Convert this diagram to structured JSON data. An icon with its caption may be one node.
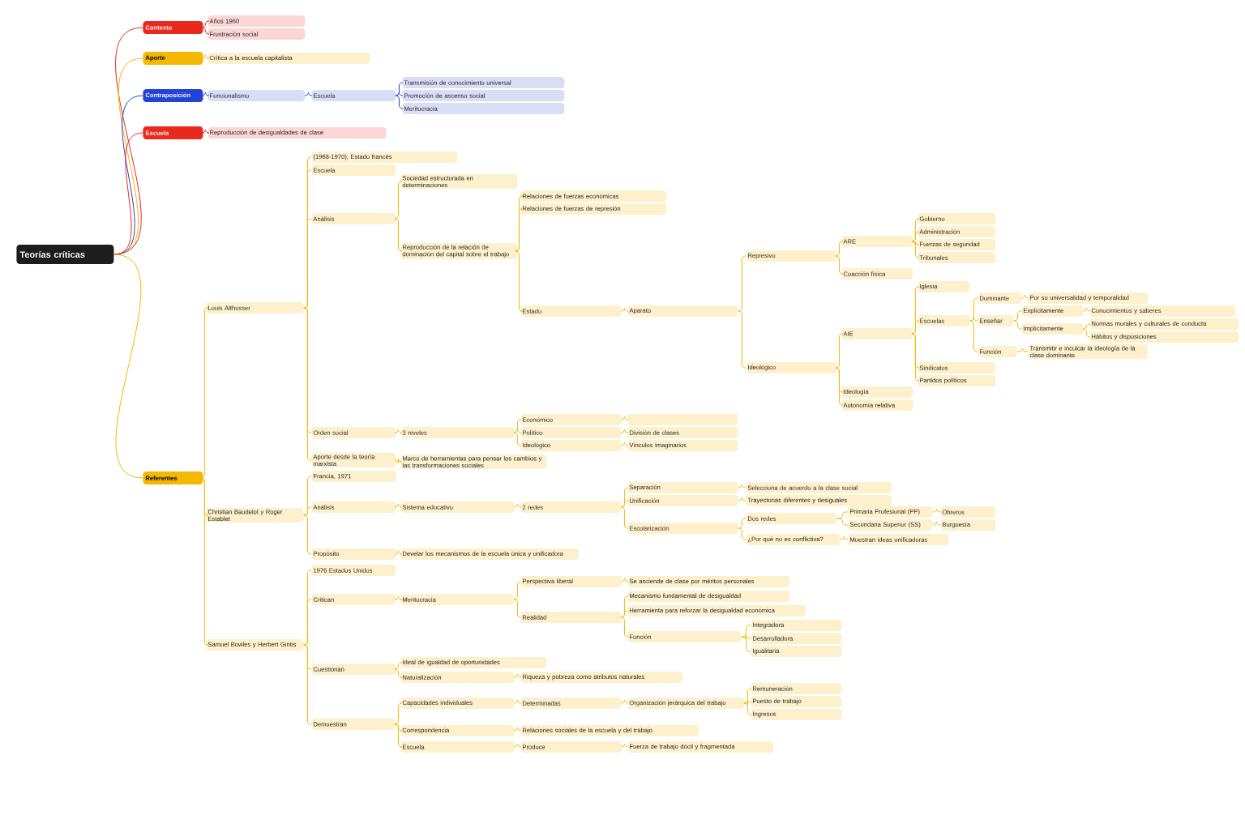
{
  "diagram": {
    "nodes": [
      {
        "text": [
          "Teorías críticas"
        ]
      },
      {
        "text": [
          "Contexto"
        ]
      },
      {
        "text": [
          "Años 1960"
        ]
      },
      {
        "text": [
          "Frustración social"
        ]
      },
      {
        "text": [
          "Aporte"
        ]
      },
      {
        "text": [
          "Crítica a la escuela capitalista"
        ]
      },
      {
        "text": [
          "Contraposición"
        ]
      },
      {
        "text": [
          "Funcionalismo"
        ]
      },
      {
        "text": [
          "Escuela"
        ]
      },
      {
        "text": [
          "Transmisión de conocimiento universal"
        ]
      },
      {
        "text": [
          "Promoción de ascenso social"
        ]
      },
      {
        "text": [
          "Meritocracia"
        ]
      },
      {
        "text": [
          "Escuela"
        ]
      },
      {
        "text": [
          "Reproducción de desigualdades de clase"
        ]
      },
      {
        "text": [
          "Referentes"
        ]
      },
      {
        "text": [
          "Louis Althusser"
        ]
      },
      {
        "text": [
          "(1968-1970), Estado francés"
        ]
      },
      {
        "text": [
          "Escuela"
        ]
      },
      {
        "text": [
          "Análisis"
        ]
      },
      {
        "text": [
          "Sociedad estructurada en determinaciones"
        ]
      },
      {
        "text": [
          "Reproducción de la relación de dominación del capital sobre el trabajo"
        ]
      },
      {
        "text": [
          "Relaciones de fuerzas económicas"
        ]
      },
      {
        "text": [
          "Relaciones de fuerzas de represión"
        ]
      },
      {
        "text": [
          "Estado"
        ]
      },
      {
        "text": [
          "Aparato"
        ]
      },
      {
        "text": [
          "Represivo"
        ]
      },
      {
        "text": [
          "ARE"
        ]
      },
      {
        "text": [
          "Gobierno"
        ]
      },
      {
        "text": [
          "Administración"
        ]
      },
      {
        "text": [
          "Fuerzas de seguridad"
        ]
      },
      {
        "text": [
          "Tribunales"
        ]
      },
      {
        "text": [
          "Coacción física"
        ]
      },
      {
        "text": [
          "Ideológico"
        ]
      },
      {
        "text": [
          "AIE"
        ]
      },
      {
        "text": [
          "Iglesia"
        ]
      },
      {
        "text": [
          "Escuelas"
        ]
      },
      {
        "text": [
          "Dominante"
        ]
      },
      {
        "text": [
          "Por su universalidad y temporalidad"
        ]
      },
      {
        "text": [
          "Enseñar"
        ]
      },
      {
        "text": [
          "Explícitamente"
        ]
      },
      {
        "text": [
          "Conocimientos y saberes"
        ]
      },
      {
        "text": [
          "Implícitamente"
        ]
      },
      {
        "text": [
          "Normas morales y culturales de conducta"
        ]
      },
      {
        "text": [
          "Hábitos y disposiciones"
        ]
      },
      {
        "text": [
          "Función"
        ]
      },
      {
        "text": [
          "Transmitir e inculcar la ideología de la clase dominante"
        ]
      },
      {
        "text": [
          "Sindicatos"
        ]
      },
      {
        "text": [
          "Partidos políticos"
        ]
      },
      {
        "text": [
          "Ideología"
        ]
      },
      {
        "text": [
          "Autonomía relativa"
        ]
      },
      {
        "text": [
          "Orden social"
        ]
      },
      {
        "text": [
          "3 niveles"
        ]
      },
      {
        "text": [
          "Económico"
        ]
      },
      {
        "text": [],
        "shape": "box"
      },
      {
        "text": [
          "Político"
        ]
      },
      {
        "text": [
          "División de clases"
        ]
      },
      {
        "text": [
          "Ideológico"
        ]
      },
      {
        "text": [
          "Vínculos imaginarios"
        ]
      },
      {
        "text": [
          "Aporte desde la teoría marxista"
        ]
      },
      {
        "text": [
          "Marco de herramientas para pensar los cambios y las transformaciones sociales"
        ]
      },
      {
        "text": [
          "Christian Baudelot y Roger Establet"
        ]
      },
      {
        "text": [
          "Francia, 1971"
        ]
      },
      {
        "text": [
          "Análisis"
        ]
      },
      {
        "text": [
          "Sistema educativo"
        ]
      },
      {
        "text": [
          "2 redes"
        ]
      },
      {
        "text": [
          "Separación"
        ]
      },
      {
        "text": [
          "Selecciona de acuerdo a la clase social"
        ]
      },
      {
        "text": [
          "Unificación"
        ]
      },
      {
        "text": [
          "Trayectorias diferentes y desiguales"
        ]
      },
      {
        "text": [
          "Escolarización"
        ]
      },
      {
        "text": [
          "Dos redes"
        ]
      },
      {
        "text": [
          "Primaria Profesional (PP)"
        ]
      },
      {
        "text": [
          "Obreros"
        ]
      },
      {
        "text": [
          "Secundaria Superior (SS)"
        ]
      },
      {
        "text": [
          "Burguesía"
        ]
      },
      {
        "text": [
          "¿Por qué no es conflictiva?"
        ]
      },
      {
        "text": [
          "Muestran ideas unificadoras"
        ]
      },
      {
        "text": [
          "Propósito"
        ]
      },
      {
        "text": [
          "Develar los mecanismos de la escuela única y unificadora"
        ]
      },
      {
        "text": [
          "Samuel Bowles y Herbert Gintis"
        ]
      },
      {
        "text": [
          "1976 Estados Unidos"
        ]
      },
      {
        "text": [
          "Critican"
        ]
      },
      {
        "text": [
          "Meritocracia"
        ]
      },
      {
        "text": [
          "Perspectiva liberal"
        ]
      },
      {
        "text": [
          "Se asciende de clase por méritos personales"
        ]
      },
      {
        "text": [
          "Realidad"
        ]
      },
      {
        "text": [
          "Mecanismo fundamental de desigualdad"
        ]
      },
      {
        "text": [
          "Herramienta para reforzar la desigualdad económica"
        ]
      },
      {
        "text": [
          "Función"
        ]
      },
      {
        "text": [
          "Integradora"
        ]
      },
      {
        "text": [
          "Desarrolladora"
        ]
      },
      {
        "text": [
          "Igualitaria"
        ]
      },
      {
        "text": [
          "Cuestionan"
        ]
      },
      {
        "text": [
          "Ideal de igualdad de oportunidades"
        ]
      },
      {
        "text": [
          "Naturalización"
        ]
      },
      {
        "text": [
          "Riqueza y pobreza como atributos naturales"
        ]
      },
      {
        "text": [
          "Demuestran"
        ]
      },
      {
        "text": [
          "Capacidades individuales"
        ]
      },
      {
        "text": [
          "Determinadas"
        ]
      },
      {
        "text": [
          "Organización jerárquica del trabajo"
        ]
      },
      {
        "text": [
          "Remuneración"
        ]
      },
      {
        "text": [
          "Puesto de trabajo"
        ]
      },
      {
        "text": [
          "Ingresos"
        ]
      },
      {
        "text": [
          "Correspondencia"
        ]
      },
      {
        "text": [
          "Relaciones sociales de la escuela y del trabajo"
        ]
      },
      {
        "text": [
          "Escuela"
        ]
      },
      {
        "text": [
          "Produce"
        ]
      },
      {
        "text": [
          "Fuerza de trabajo dócil y fragmentada"
        ]
      }
    ],
    "edges": [
      {
        "from": 0,
        "to": 1,
        "arrow": "none",
        "color": "#e8291c"
      },
      {
        "from": 1,
        "to": 2,
        "arrow": "none",
        "color": "#e8291c"
      },
      {
        "from": 1,
        "to": 3,
        "arrow": "none",
        "color": "#e8291c"
      },
      {
        "from": 0,
        "to": 4,
        "arrow": "none"
      },
      {
        "from": 4,
        "to": 5,
        "arrow": "none"
      },
      {
        "from": 0,
        "to": 6,
        "arrow": "none",
        "color": "#2343d6"
      },
      {
        "from": 6,
        "to": 7,
        "arrow": "none",
        "color": "#2343d6"
      },
      {
        "from": 7,
        "to": 8,
        "arrow": "none",
        "color": "#2343d6"
      },
      {
        "from": 8,
        "to": 9,
        "arrow": "none",
        "color": "#2343d6"
      },
      {
        "from": 8,
        "to": 10,
        "arrow": "none",
        "color": "#2343d6"
      },
      {
        "from": 8,
        "to": 11,
        "arrow": "none",
        "color": "#2343d6"
      },
      {
        "from": 0,
        "to": 12,
        "arrow": "none",
        "color": "#e8291c"
      },
      {
        "from": 12,
        "to": 13,
        "arrow": "none",
        "color": "#e8291c"
      },
      {
        "from": 0,
        "to": 14,
        "arrow": "none"
      },
      {
        "from": 14,
        "to": 15,
        "arrow": "none"
      },
      {
        "from": 15,
        "to": 16,
        "arrow": "none"
      },
      {
        "from": 15,
        "to": 17,
        "arrow": "none"
      },
      {
        "from": 15,
        "to": 18,
        "arrow": "none"
      },
      {
        "from": 18,
        "to": 19,
        "arrow": "none"
      },
      {
        "from": 18,
        "to": 20,
        "arrow": "none"
      },
      {
        "from": 20,
        "to": 21,
        "arrow": "none"
      },
      {
        "from": 20,
        "to": 22,
        "arrow": "none"
      },
      {
        "from": 20,
        "to": 23,
        "arrow": "none"
      },
      {
        "from": 23,
        "to": 24,
        "arrow": "none"
      },
      {
        "from": 24,
        "to": 25,
        "arrow": "none"
      },
      {
        "from": 25,
        "to": 26,
        "arrow": "none"
      },
      {
        "from": 26,
        "to": 27,
        "arrow": "none"
      },
      {
        "from": 26,
        "to": 28,
        "arrow": "none"
      },
      {
        "from": 26,
        "to": 29,
        "arrow": "none"
      },
      {
        "from": 26,
        "to": 30,
        "arrow": "none"
      },
      {
        "from": 25,
        "to": 31,
        "arrow": "none"
      },
      {
        "from": 24,
        "to": 32,
        "arrow": "none"
      },
      {
        "from": 32,
        "to": 33,
        "arrow": "none"
      },
      {
        "from": 33,
        "to": 34,
        "arrow": "none"
      },
      {
        "from": 33,
        "to": 35,
        "arrow": "none"
      },
      {
        "from": 35,
        "to": 36,
        "arrow": "none"
      },
      {
        "from": 36,
        "to": 37,
        "arrow": "none"
      },
      {
        "from": 35,
        "to": 38,
        "arrow": "none"
      },
      {
        "from": 38,
        "to": 39,
        "arrow": "none"
      },
      {
        "from": 39,
        "to": 40,
        "arrow": "none"
      },
      {
        "from": 38,
        "to": 41,
        "arrow": "none"
      },
      {
        "from": 41,
        "to": 42,
        "arrow": "none"
      },
      {
        "from": 41,
        "to": 43,
        "arrow": "none"
      },
      {
        "from": 35,
        "to": 44,
        "arrow": "none"
      },
      {
        "from": 44,
        "to": 45,
        "arrow": "none"
      },
      {
        "from": 33,
        "to": 46,
        "arrow": "none"
      },
      {
        "from": 33,
        "to": 47,
        "arrow": "none"
      },
      {
        "from": 32,
        "to": 48,
        "arrow": "none"
      },
      {
        "from": 32,
        "to": 49,
        "arrow": "none"
      },
      {
        "from": 15,
        "to": 50,
        "arrow": "none"
      },
      {
        "from": 50,
        "to": 51,
        "arrow": "none"
      },
      {
        "from": 51,
        "to": 52,
        "arrow": "none"
      },
      {
        "from": 52,
        "to": 53,
        "arrow": "none"
      },
      {
        "from": 51,
        "to": 54,
        "arrow": "none"
      },
      {
        "from": 54,
        "to": 55,
        "arrow": "none"
      },
      {
        "from": 51,
        "to": 56,
        "arrow": "none"
      },
      {
        "from": 56,
        "to": 57,
        "arrow": "none"
      },
      {
        "from": 15,
        "to": 58,
        "arrow": "none"
      },
      {
        "from": 58,
        "to": 59,
        "arrow": "none"
      },
      {
        "from": 14,
        "to": 60,
        "arrow": "none"
      },
      {
        "from": 60,
        "to": 61,
        "arrow": "none"
      },
      {
        "from": 60,
        "to": 62,
        "arrow": "none"
      },
      {
        "from": 62,
        "to": 63,
        "arrow": "none"
      },
      {
        "from": 63,
        "to": 64,
        "arrow": "none"
      },
      {
        "from": 64,
        "to": 65,
        "arrow": "none"
      },
      {
        "from": 65,
        "to": 66,
        "arrow": "none"
      },
      {
        "from": 64,
        "to": 67,
        "arrow": "none"
      },
      {
        "from": 67,
        "to": 68,
        "arrow": "none"
      },
      {
        "from": 64,
        "to": 69,
        "arrow": "none"
      },
      {
        "from": 69,
        "to": 70,
        "arrow": "none"
      },
      {
        "from": 70,
        "to": 71,
        "arrow": "none"
      },
      {
        "from": 71,
        "to": 72,
        "arrow": "none"
      },
      {
        "from": 70,
        "to": 73,
        "arrow": "none"
      },
      {
        "from": 73,
        "to": 74,
        "arrow": "none"
      },
      {
        "from": 69,
        "to": 75,
        "arrow": "none"
      },
      {
        "from": 75,
        "to": 76,
        "arrow": "none"
      },
      {
        "from": 60,
        "to": 77,
        "arrow": "none"
      },
      {
        "from": 77,
        "to": 78,
        "arrow": "none"
      },
      {
        "from": 14,
        "to": 79,
        "arrow": "none"
      },
      {
        "from": 79,
        "to": 80,
        "arrow": "none"
      },
      {
        "from": 79,
        "to": 81,
        "arrow": "none"
      },
      {
        "from": 81,
        "to": 82,
        "arrow": "none"
      },
      {
        "from": 82,
        "to": 83,
        "arrow": "none"
      },
      {
        "from": 83,
        "to": 84,
        "arrow": "none"
      },
      {
        "from": 82,
        "to": 85,
        "arrow": "none"
      },
      {
        "from": 85,
        "to": 86,
        "arrow": "none"
      },
      {
        "from": 85,
        "to": 87,
        "arrow": "none"
      },
      {
        "from": 85,
        "to": 88,
        "arrow": "none"
      },
      {
        "from": 88,
        "to": 89,
        "arrow": "none"
      },
      {
        "from": 88,
        "to": 90,
        "arrow": "none"
      },
      {
        "from": 88,
        "to": 91,
        "arrow": "none"
      },
      {
        "from": 79,
        "to": 92,
        "arrow": "none"
      },
      {
        "from": 92,
        "to": 93,
        "arrow": "none"
      },
      {
        "from": 92,
        "to": 94,
        "arrow": "none"
      },
      {
        "from": 94,
        "to": 95,
        "arrow": "none"
      },
      {
        "from": 79,
        "to": 96,
        "arrow": "none"
      },
      {
        "from": 96,
        "to": 97,
        "arrow": "none"
      },
      {
        "from": 97,
        "to": 98,
        "arrow": "none"
      },
      {
        "from": 98,
        "to": 99,
        "arrow": "none"
      },
      {
        "from": 99,
        "to": 100,
        "arrow": "none"
      },
      {
        "from": 99,
        "to": 101,
        "arrow": "none"
      },
      {
        "from": 99,
        "to": 102,
        "arrow": "none"
      },
      {
        "from": 96,
        "to": 103,
        "arrow": "none"
      },
      {
        "from": 103,
        "to": 104,
        "arrow": "none"
      },
      {
        "from": 96,
        "to": 105,
        "arrow": "none"
      },
      {
        "from": 105,
        "to": 106,
        "arrow": "none"
      },
      {
        "from": 106,
        "to": 107,
        "arrow": "none"
      }
    ]
  }
}
